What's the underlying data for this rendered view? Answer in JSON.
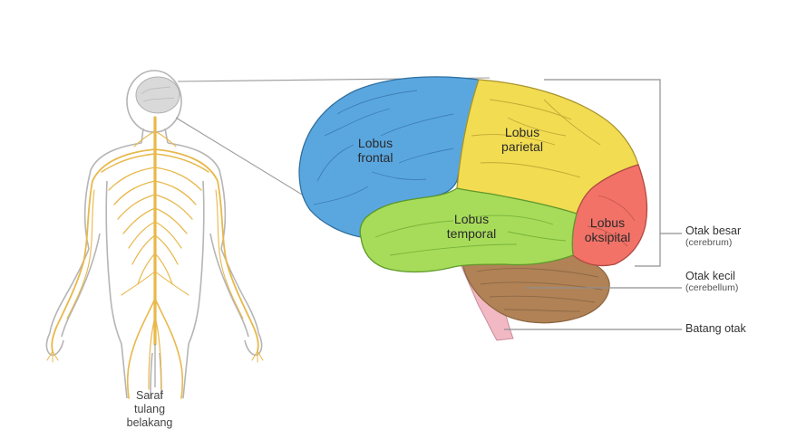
{
  "diagram": {
    "spinal_label": [
      "Saraf",
      "tulang",
      "belakang"
    ],
    "lobes": [
      {
        "id": "frontal",
        "line1": "Lobus",
        "line2": "frontal",
        "color": "#5aa7e0"
      },
      {
        "id": "parietal",
        "line1": "Lobus",
        "line2": "parietal",
        "color": "#f2dc52"
      },
      {
        "id": "temporal",
        "line1": "Lobus",
        "line2": "temporal",
        "color": "#a7dc5a"
      },
      {
        "id": "occipital",
        "line1": "Lobus",
        "line2": "oksipital",
        "color": "#f27268"
      }
    ],
    "parts": [
      {
        "id": "cerebrum",
        "name": "Otak besar",
        "latin": "(cerebrum)"
      },
      {
        "id": "cerebellum",
        "name": "Otak kecil",
        "latin": "(cerebellum)"
      },
      {
        "id": "brainstem",
        "name": "Batang otak",
        "latin": ""
      }
    ],
    "colors": {
      "nerve": "#e8b84a",
      "body_outline": "#b5b5b5",
      "cerebellum": "#b08256",
      "brainstem": "#f2b9c4",
      "leader_line": "#8f8f8f"
    }
  }
}
